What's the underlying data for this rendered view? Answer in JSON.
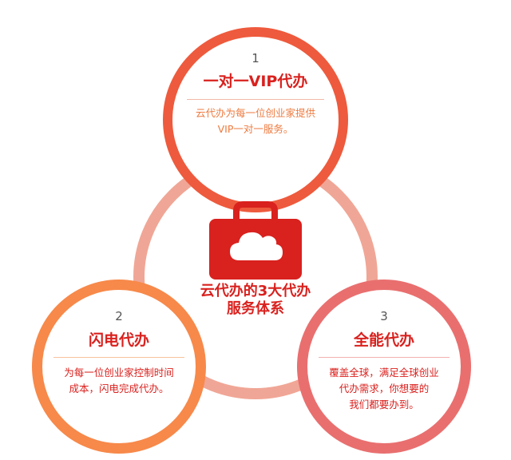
{
  "center": {
    "title_line1": "云代办的3大代办",
    "title_line2": "服务体系",
    "icon": "cloud-briefcase-icon"
  },
  "items": [
    {
      "number": "1",
      "title": "一对一VIP代办",
      "desc_line1": "云代办为每一位创业家提供",
      "desc_line2": "VIP一对一服务。"
    },
    {
      "number": "2",
      "title": "闪电代办",
      "desc_line1": "为每一位创业家控制时间",
      "desc_line2": "成本，闪电完成代办。"
    },
    {
      "number": "3",
      "title": "全能代办",
      "desc_line1": "覆盖全球，满足全球创业",
      "desc_line2": "代办需求，你想要的",
      "desc_line3": "我们都要办到。"
    }
  ],
  "colors": {
    "top_ring": "#ee5a3d",
    "left_ring": "#f7894a",
    "right_ring": "#e96f6f",
    "center_ring": "#f0a696",
    "accent_red": "#d9211e"
  }
}
